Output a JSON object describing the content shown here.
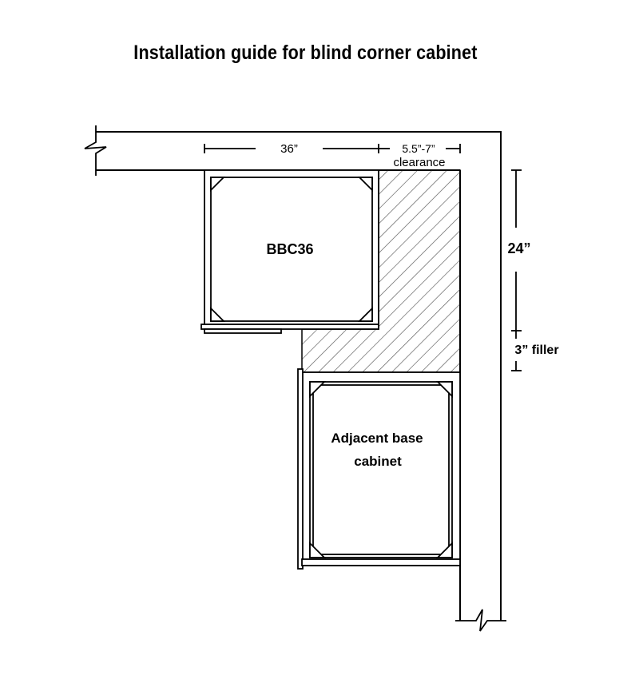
{
  "title": "Installation guide for blind corner cabinet",
  "labels": {
    "width_36": "36”",
    "clearance_range": "5.5”-7”",
    "clearance": "clearance",
    "depth_24": "24”",
    "filler": "3” filler",
    "bbc36": "BBC36",
    "adjacent_line1": "Adjacent base",
    "adjacent_line2": "cabinet"
  },
  "colors": {
    "line": "#000000",
    "hatch": "#555555",
    "background": "#ffffff"
  }
}
